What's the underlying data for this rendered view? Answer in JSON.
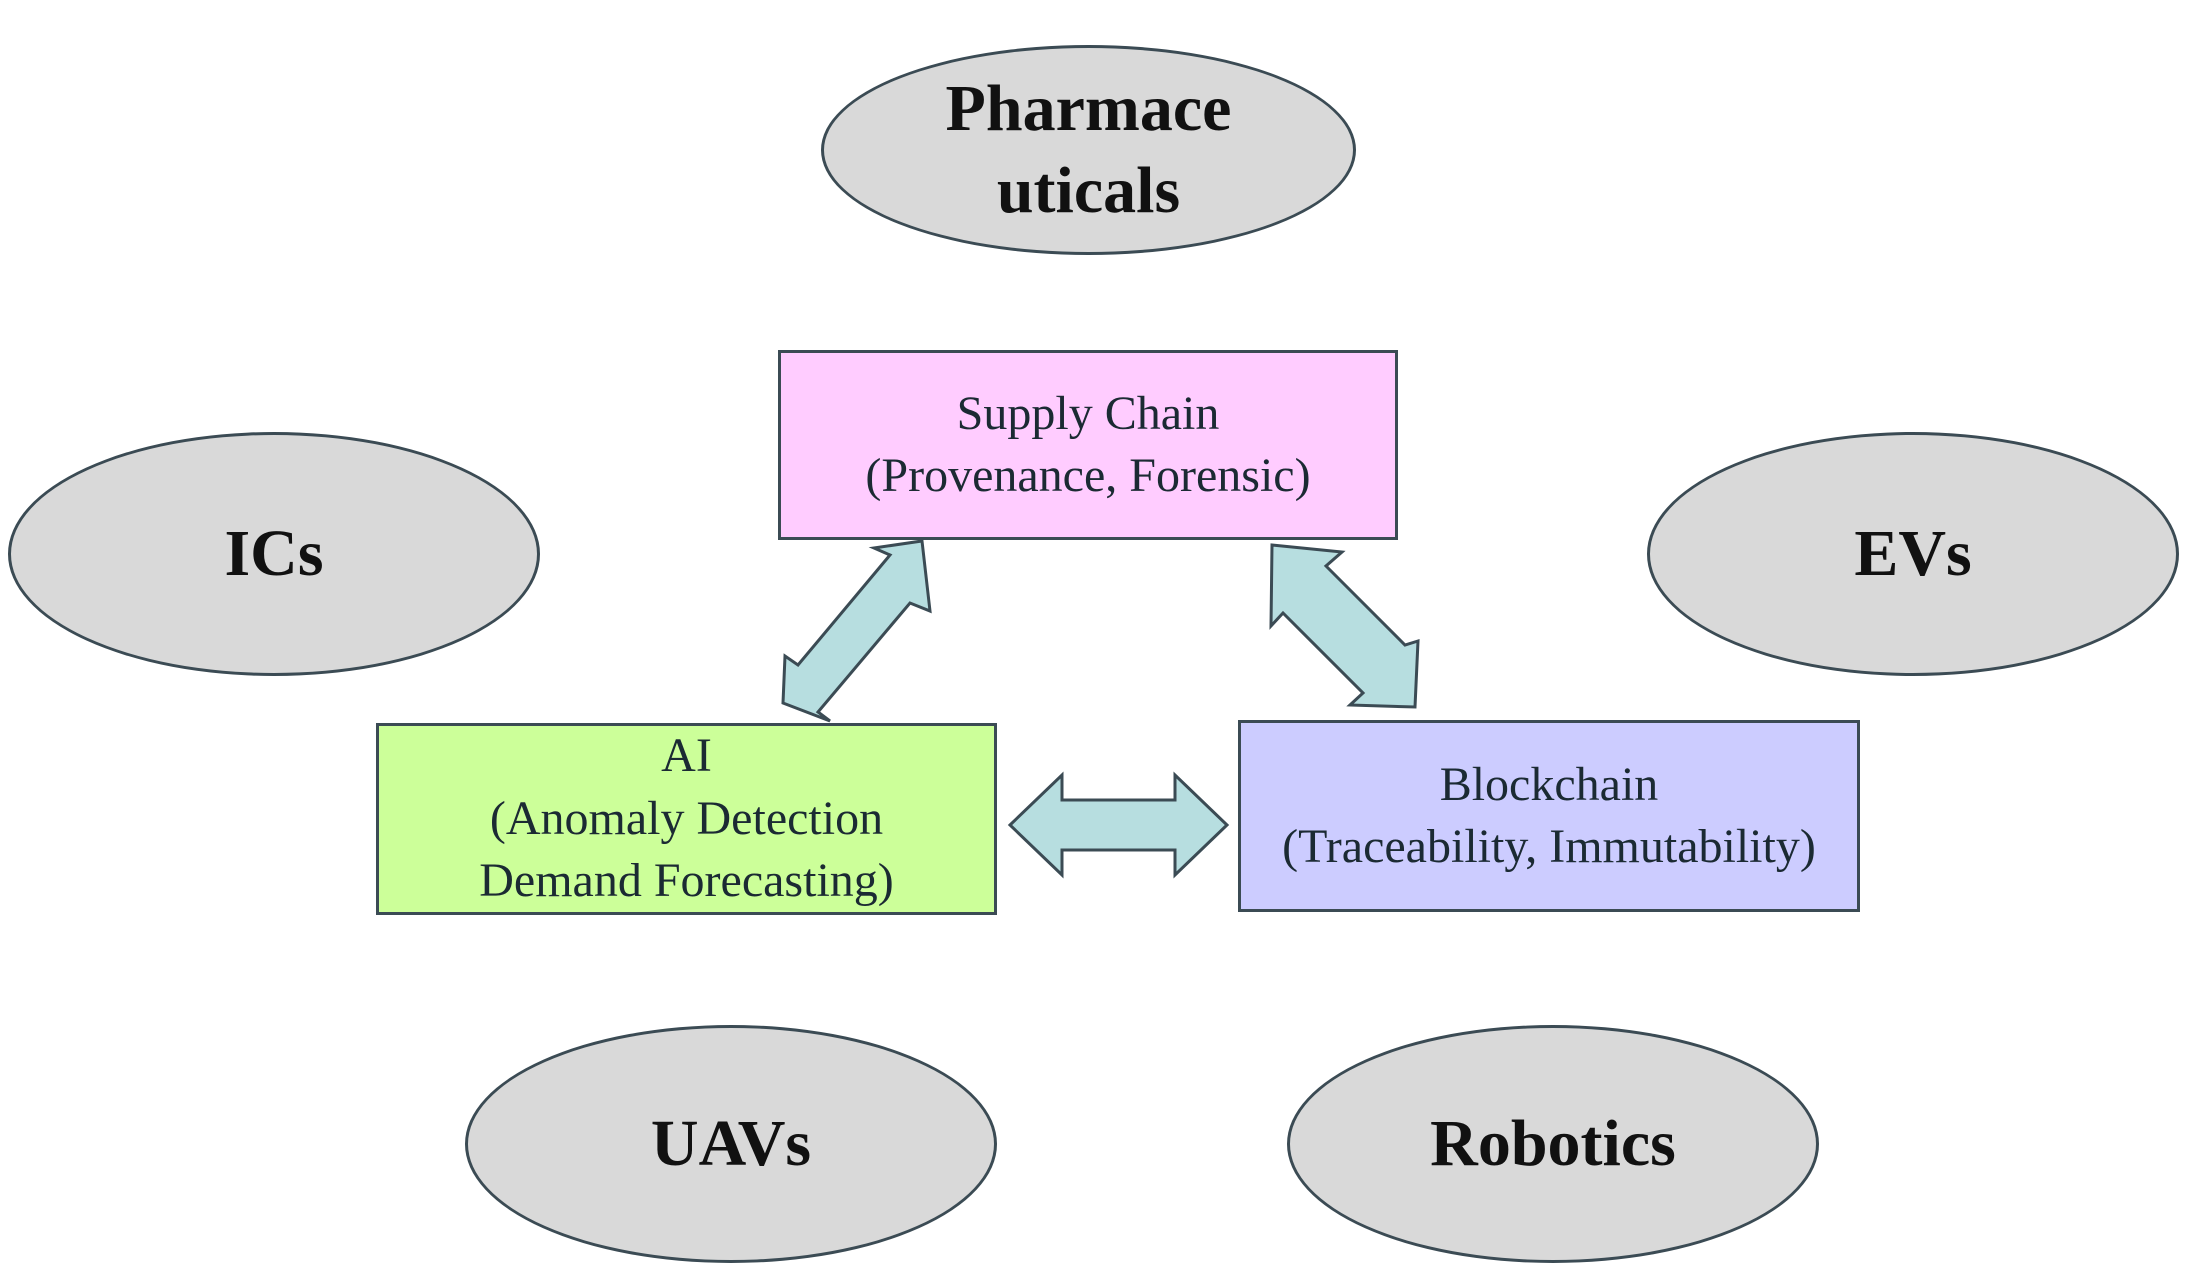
{
  "ellipses": {
    "pharmaceuticals": {
      "line1": "Pharmace",
      "line2": "uticals"
    },
    "ics": {
      "label": "ICs"
    },
    "evs": {
      "label": "EVs"
    },
    "uavs": {
      "label": "UAVs"
    },
    "robotics": {
      "label": "Robotics"
    }
  },
  "boxes": {
    "supply_chain": {
      "line1": "Supply Chain",
      "line2": "(Provenance, Forensic)"
    },
    "ai": {
      "line1": "AI",
      "line2": "(Anomaly Detection",
      "line3": "Demand Forecasting)"
    },
    "blockchain": {
      "line1": "Blockchain",
      "line2": "(Traceability, Immutability)"
    }
  },
  "colors": {
    "ellipse_fill": "#d9d9d9",
    "supply_chain_fill": "#ffccff",
    "ai_fill": "#ccff99",
    "blockchain_fill": "#ccccff",
    "arrow_fill": "#b7dee0",
    "outline": "#3b4b54"
  }
}
